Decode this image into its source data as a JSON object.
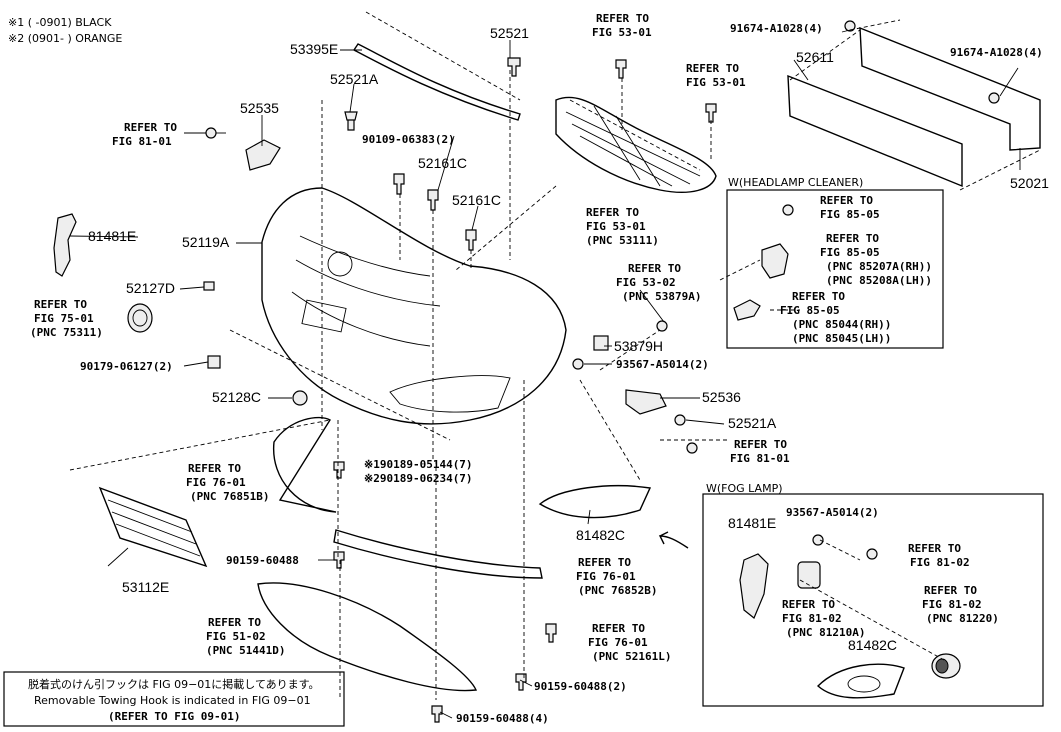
{
  "legend": {
    "line1": "※1 (      -0901) BLACK",
    "line2": "※2 (0901-      ) ORANGE"
  },
  "labels": [
    {
      "id": "l53395E",
      "text": "53395E"
    },
    {
      "id": "l52521",
      "text": "52521"
    },
    {
      "id": "l52521A_top",
      "text": "52521A"
    },
    {
      "id": "l52535",
      "text": "52535"
    },
    {
      "id": "lRef81_01a1",
      "text": "REFER TO"
    },
    {
      "id": "lRef81_01a2",
      "text": "FIG 81-01"
    },
    {
      "id": "l90109",
      "text": "90109-06383(2)"
    },
    {
      "id": "l52161C_1",
      "text": "52161C"
    },
    {
      "id": "l52161C_2",
      "text": "52161C"
    },
    {
      "id": "l81481E",
      "text": "81481E"
    },
    {
      "id": "l52119A",
      "text": "52119A"
    },
    {
      "id": "l52127D",
      "text": "52127D"
    },
    {
      "id": "lRef75_1",
      "text": "REFER TO"
    },
    {
      "id": "lRef75_2",
      "text": "FIG 75-01"
    },
    {
      "id": "lRef75_3",
      "text": "(PNC 75311)"
    },
    {
      "id": "l90179",
      "text": "90179-06127(2)"
    },
    {
      "id": "l52128C",
      "text": "52128C"
    },
    {
      "id": "lRef53a1",
      "text": "REFER TO"
    },
    {
      "id": "lRef53a2",
      "text": "FIG 53-01"
    },
    {
      "id": "lRef53b1",
      "text": "REFER TO"
    },
    {
      "id": "lRef53b2",
      "text": "FIG 53-01"
    },
    {
      "id": "lRef53c1",
      "text": "REFER TO"
    },
    {
      "id": "lRef53c2",
      "text": "FIG 53-01"
    },
    {
      "id": "lRef53c3",
      "text": "(PNC 53111)"
    },
    {
      "id": "lRef5302_1",
      "text": "REFER TO"
    },
    {
      "id": "lRef5302_2",
      "text": "FIG 53-02"
    },
    {
      "id": "lRef5302_3",
      "text": "(PNC 53879A)"
    },
    {
      "id": "l53879H",
      "text": "53879H"
    },
    {
      "id": "l93567a",
      "text": "93567-A5014(2)"
    },
    {
      "id": "l91674a",
      "text": "91674-A1028(4)"
    },
    {
      "id": "l91674b",
      "text": "91674-A1028(4)"
    },
    {
      "id": "l52611",
      "text": "52611"
    },
    {
      "id": "l52021",
      "text": "52021"
    },
    {
      "id": "lHeadlampTitle",
      "text": "W(HEADLAMP CLEANER)"
    },
    {
      "id": "lRef8505a1",
      "text": "REFER TO"
    },
    {
      "id": "lRef8505a2",
      "text": "FIG 85-05"
    },
    {
      "id": "lRef8505b1",
      "text": "REFER TO"
    },
    {
      "id": "lRef8505b2",
      "text": "FIG 85-05"
    },
    {
      "id": "lRef8505b3",
      "text": "(PNC 85207A(RH))"
    },
    {
      "id": "lRef8505b4",
      "text": "(PNC 85208A(LH))"
    },
    {
      "id": "lRef8505c1",
      "text": "REFER TO"
    },
    {
      "id": "lRef8505c2",
      "text": "FIG 85-05"
    },
    {
      "id": "lRef8505c3",
      "text": "(PNC 85044(RH))"
    },
    {
      "id": "lRef8505c4",
      "text": "(PNC 85045(LH))"
    },
    {
      "id": "l52536",
      "text": "52536"
    },
    {
      "id": "l52521A_r",
      "text": "52521A"
    },
    {
      "id": "lRef81_01b1",
      "text": "REFER TO"
    },
    {
      "id": "lRef81_01b2",
      "text": "FIG 81-01"
    },
    {
      "id": "lRef7601a1",
      "text": "REFER TO"
    },
    {
      "id": "lRef7601a2",
      "text": "FIG 76-01"
    },
    {
      "id": "lRef7601a3",
      "text": "(PNC 76851B)"
    },
    {
      "id": "l190189",
      "text": "※190189-05144(7)"
    },
    {
      "id": "l290189",
      "text": "※290189-06234(7)"
    },
    {
      "id": "l53112E",
      "text": "53112E"
    },
    {
      "id": "l90159a",
      "text": "90159-60488"
    },
    {
      "id": "lRef7601b1",
      "text": "REFER TO"
    },
    {
      "id": "lRef7601b2",
      "text": "FIG 76-01"
    },
    {
      "id": "lRef7601b3",
      "text": "(PNC 76852B)"
    },
    {
      "id": "lRef5102_1",
      "text": "REFER TO"
    },
    {
      "id": "lRef5102_2",
      "text": "FIG 51-02"
    },
    {
      "id": "lRef5102_3",
      "text": "(PNC 51441D)"
    },
    {
      "id": "lRef7601c1",
      "text": "REFER TO"
    },
    {
      "id": "lRef7601c2",
      "text": "FIG 76-01"
    },
    {
      "id": "lRef7601c3",
      "text": "(PNC 52161L)"
    },
    {
      "id": "l90159b",
      "text": "90159-60488(2)"
    },
    {
      "id": "l90159c",
      "text": "90159-60488(4)"
    },
    {
      "id": "l81482C_m",
      "text": "81482C"
    },
    {
      "id": "lFogTitle",
      "text": "W(FOG LAMP)"
    },
    {
      "id": "l81481E_f",
      "text": "81481E"
    },
    {
      "id": "l93567b",
      "text": "93567-A5014(2)"
    },
    {
      "id": "lRef8102a1",
      "text": "REFER TO"
    },
    {
      "id": "lRef8102a2",
      "text": "FIG 81-02"
    },
    {
      "id": "lRef8102b1",
      "text": "REFER TO"
    },
    {
      "id": "lRef8102b2",
      "text": "FIG 81-02"
    },
    {
      "id": "lRef8102b3",
      "text": "(PNC 81210A)"
    },
    {
      "id": "lRef8102c1",
      "text": "REFER TO"
    },
    {
      "id": "lRef8102c2",
      "text": "FIG 81-02"
    },
    {
      "id": "lRef8102c3",
      "text": "(PNC 81220)"
    },
    {
      "id": "l81482C_f",
      "text": "81482C"
    }
  ],
  "note": {
    "jp": "脱着式のけん引フックは FIG 09−01に掲載してあります。",
    "en": "Removable Towing Hook is indicated in FIG 09−01",
    "ref": "(REFER TO FIG 09-01)"
  }
}
